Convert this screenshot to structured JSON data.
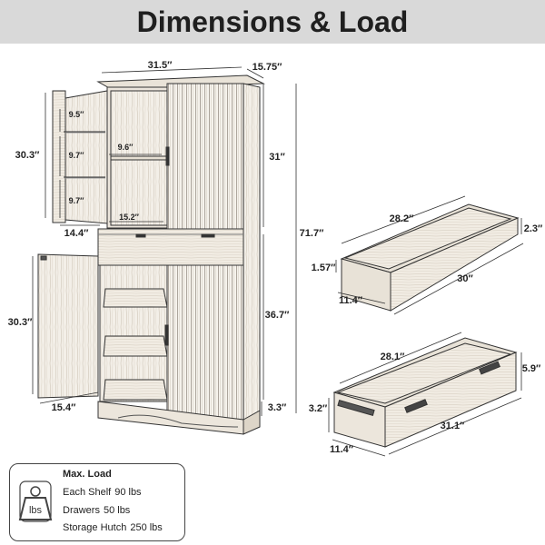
{
  "title": "Dimensions & Load",
  "cabinet": {
    "width": "31.5″",
    "depth": "15.75″",
    "total_height": "71.7″",
    "upper_height": "31″",
    "lower_height": "36.7″",
    "base_height": "3.3″",
    "upper_door_height": "30.3″",
    "upper_door_width": "14.4″",
    "upper_shelf_depth": "15.2″",
    "upper_shelf_inner": "9.6″",
    "shelf_spacing": [
      "9.5″",
      "9.7″",
      "9.7″"
    ],
    "lower_door_height": "30.3″",
    "lower_door_width": "15.4″"
  },
  "drawer_tray": {
    "length": "28.2″",
    "height": "2.3″",
    "front_length": "30″",
    "inner_height": "1.57″",
    "depth": "11.4″"
  },
  "drawer": {
    "length": "28.1″",
    "height": "5.9″",
    "front_length": "31.1″",
    "side_height": "3.2″",
    "depth": "11.4″"
  },
  "load": {
    "icon": "weight-icon",
    "icon_label": "lbs",
    "title": "Max. Load",
    "rows": [
      {
        "label": "Each Shelf",
        "value": "90 lbs"
      },
      {
        "label": "Drawers",
        "value": "50 lbs"
      },
      {
        "label": "Storage Hutch",
        "value": "250 lbs"
      }
    ]
  },
  "colors": {
    "banner": "#d9d9d9",
    "line": "#333333",
    "wood": "#f1ece4"
  }
}
